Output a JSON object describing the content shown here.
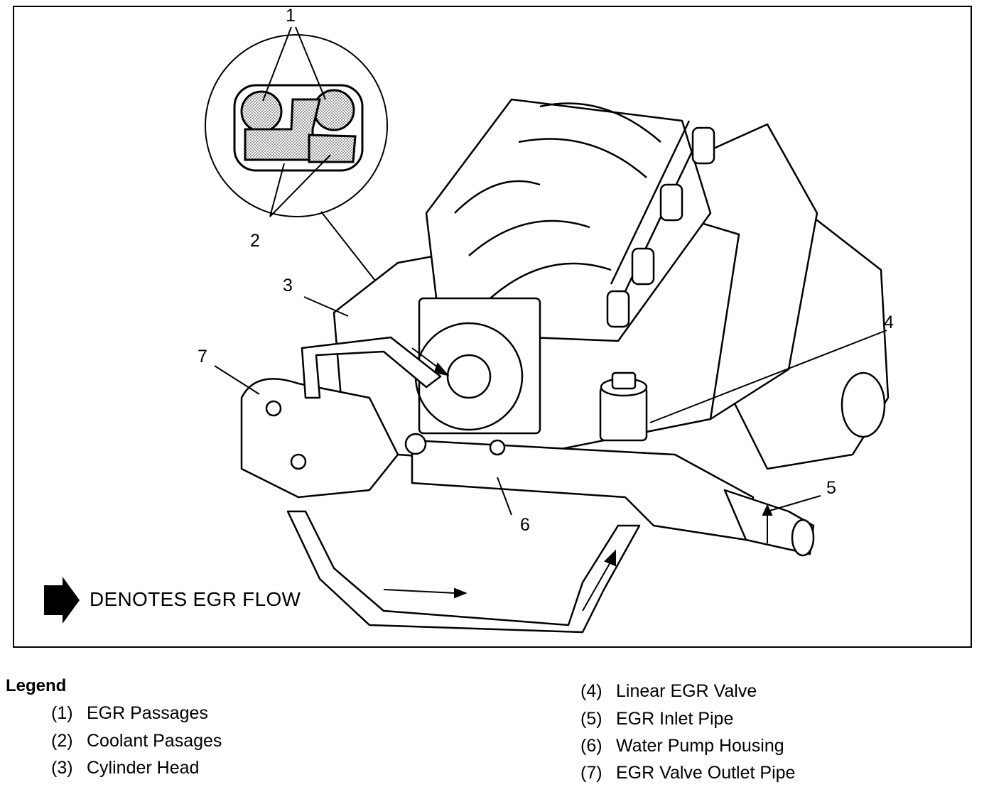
{
  "flow_note": "DENOTES EGR FLOW",
  "callouts": [
    "1",
    "2",
    "3",
    "4",
    "5",
    "6",
    "7"
  ],
  "legend": {
    "title": "Legend",
    "items": [
      {
        "num": "(1)",
        "label": "EGR Passages"
      },
      {
        "num": "(2)",
        "label": "Coolant Pasages"
      },
      {
        "num": "(3)",
        "label": "Cylinder Head"
      },
      {
        "num": "(4)",
        "label": "Linear EGR Valve"
      },
      {
        "num": "(5)",
        "label": "EGR Inlet Pipe"
      },
      {
        "num": "(6)",
        "label": "Water Pump Housing"
      },
      {
        "num": "(7)",
        "label": "EGR Valve Outlet Pipe"
      }
    ]
  },
  "colors": {
    "ink": "#000000",
    "paper": "#ffffff",
    "stipple": "#9a9a9a"
  }
}
